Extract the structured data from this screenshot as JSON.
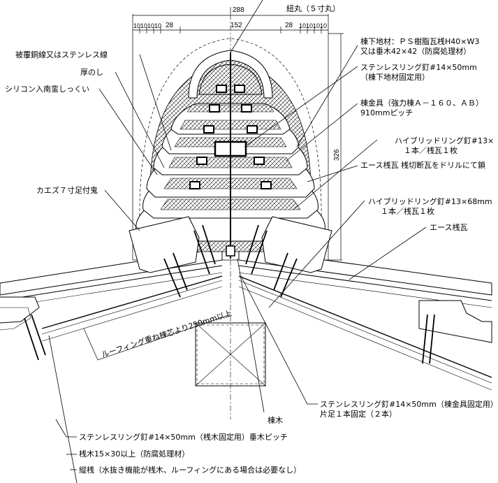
{
  "dimensions": {
    "top_total": "288",
    "center": "152",
    "left_row": "10101010",
    "left_28": "28",
    "right_28": "28",
    "right_row": "10101010",
    "height_326": "326"
  },
  "labels": {
    "himo_maru": "紐丸（５寸丸）",
    "mune_shitaji_1": "棟下地材：ＰＳ樹脂瓦桟H40×W3",
    "mune_shitaji_2": "又は垂木42×42（防腐処理材）",
    "stainless_nail_a_1": "ステンレスリング釘#14×50mm",
    "stainless_nail_a_2": "（棟下地材固定用）",
    "mune_kanagu_1": "棟金具（強力棟Ａ－１６０、ＡＢ）",
    "mune_kanagu_2": "910mmピッチ",
    "hybrid_nail_1_1": "ハイブリッドリング釘#13×",
    "hybrid_nail_1_2": "１本／桟瓦１枚",
    "ace_kirikawara": "エース桟瓦 桟切断瓦をドリルにて鎖",
    "hybrid_nail_2_1": "ハイブリッドリング釘#13×68mm",
    "hybrid_nail_2_2": "１本／桟瓦１枚",
    "ace_sangawara": "エース桟瓦",
    "hifuku_dousen": "被覆銅線又はステンレス線",
    "atsunoshi": "厚のし",
    "silicone": "シリコン入南蛮しっくい",
    "kaezu": "カエズ７寸足付鬼",
    "roofing_note": "ルーフィング重ね棟芯より250mm以上",
    "munagi": "棟木",
    "stainless_nail_b_1": "ステンレスリング釘#14×50mm（棟金具固定用）",
    "stainless_nail_b_2": "片足１本固定（２本）",
    "stainless_nail_c": "ステンレスリング釘#14×50mm（桟木固定用）垂木ピッチ",
    "sangi": "桟木15×30以上（防腐処理材）",
    "tatesan": "縦桟（水抜き機能が桟木、ルーフィングにある場合は必要なし）"
  }
}
